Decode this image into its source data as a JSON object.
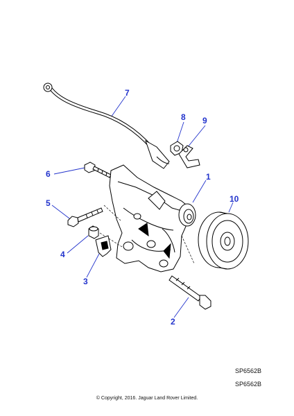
{
  "callouts": {
    "c1": "1",
    "c2": "2",
    "c3": "3",
    "c4": "4",
    "c5": "5",
    "c6": "6",
    "c7": "7",
    "c8": "8",
    "c9": "9",
    "c10": "10"
  },
  "drawing_ref_1": "SP6562B",
  "drawing_ref_2": "SP6562B",
  "copyright": "© Copyright, 2016. Jaguar Land Rover Limited.",
  "colors": {
    "callout": "#2233cc",
    "line": "#000000"
  }
}
